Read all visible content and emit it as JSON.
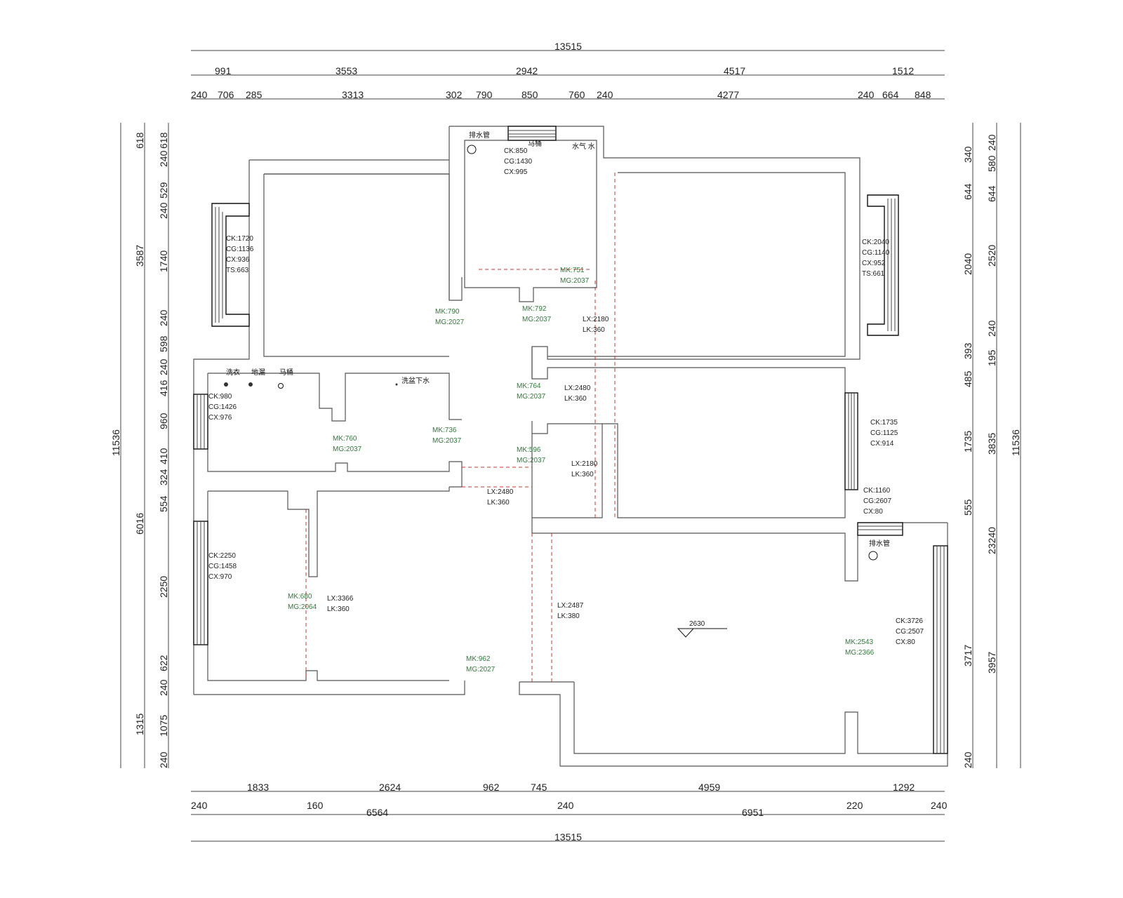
{
  "dimensions": {
    "top_total": "13515",
    "top_row1": [
      "991",
      "3553",
      "2942",
      "4517",
      "1512"
    ],
    "top_row2": [
      "240",
      "706",
      "285",
      "3313",
      "302",
      "790",
      "850",
      "760",
      "240",
      "4277",
      "240",
      "664",
      "848"
    ],
    "bottom_row1": [
      "1833",
      "2624",
      "962",
      "745",
      "4959",
      "1292"
    ],
    "bottom_row2": [
      "240",
      "160",
      "6564",
      "240",
      "6951",
      "220",
      "240"
    ],
    "bottom_total": "13515",
    "left_total": "11536",
    "left_col1": [
      "618",
      "3587",
      "6016",
      "1315"
    ],
    "left_col2": [
      "240",
      "618",
      "240",
      "529",
      "1740",
      "240",
      "598",
      "240",
      "416",
      "960",
      "410",
      "324",
      "554",
      "2250",
      "622",
      "240",
      "1075",
      "240"
    ],
    "right_col1": [
      "340",
      "644",
      "2040",
      "393",
      "485",
      "1735",
      "555",
      "3717",
      "240"
    ],
    "right_col2": [
      "240",
      "580",
      "644",
      "2520",
      "240",
      "195",
      "3835",
      "23240",
      "3957"
    ],
    "right_total": "11536"
  },
  "fixtures": {
    "drain_top": "排水管",
    "toilet_top": "马桶",
    "water_top": "水气 水",
    "washer": "洗衣",
    "floor_drain": "地漏",
    "toilet_left": "马桶",
    "sink": "洗盆下水",
    "drain_right": "排水管"
  },
  "labels": {
    "win_top_bath": [
      "CK:850",
      "CG:1430",
      "CX:995"
    ],
    "win_left_top": [
      "CK:1720",
      "CG:1136",
      "CX:936",
      "TS:663"
    ],
    "win_right_top": [
      "CK:2040",
      "CG:1140",
      "CX:952",
      "TS:661"
    ],
    "win_bath2": [
      "CK:980",
      "CG:1426",
      "CX:976"
    ],
    "win_right_mid": [
      "CK:1735",
      "CG:1125",
      "CX:914"
    ],
    "win_right_low": [
      "CK:1160",
      "CG:2607",
      "CX:80"
    ],
    "win_left_low": [
      "CK:2250",
      "CG:1458",
      "CX:970"
    ],
    "win_balcony": [
      "CK:3726",
      "CG:2507",
      "CX:80"
    ],
    "door_bath_top": [
      "MK:751",
      "MG:2037"
    ],
    "door_790": [
      "MK:790",
      "MG:2027"
    ],
    "door_792": [
      "MK:792",
      "MG:2037"
    ],
    "door_764": [
      "MK:764",
      "MG:2037"
    ],
    "door_bath2": [
      "MK:760",
      "MG:2037"
    ],
    "door_736": [
      "MK:736",
      "MG:2037"
    ],
    "door_596": [
      "MK:596",
      "MG:2037"
    ],
    "door_680": [
      "MK:680",
      "MG:2064"
    ],
    "door_962": [
      "MK:962",
      "MG:2027"
    ],
    "door_2543": [
      "MK:2543",
      "MG:2366"
    ],
    "beam_2480_a": [
      "LX:2480",
      "LK:360"
    ],
    "beam_2480_b": [
      "LX:2480",
      "LK:360"
    ],
    "beam_2180_a": [
      "LX:2180",
      "LK:360"
    ],
    "beam_2180_b": [
      "LX:2180",
      "LK:360"
    ],
    "beam_3366": [
      "LX:3366",
      "LK:360"
    ],
    "beam_2487": [
      "LX:2487",
      "LK:380"
    ],
    "elevation": "2630"
  }
}
